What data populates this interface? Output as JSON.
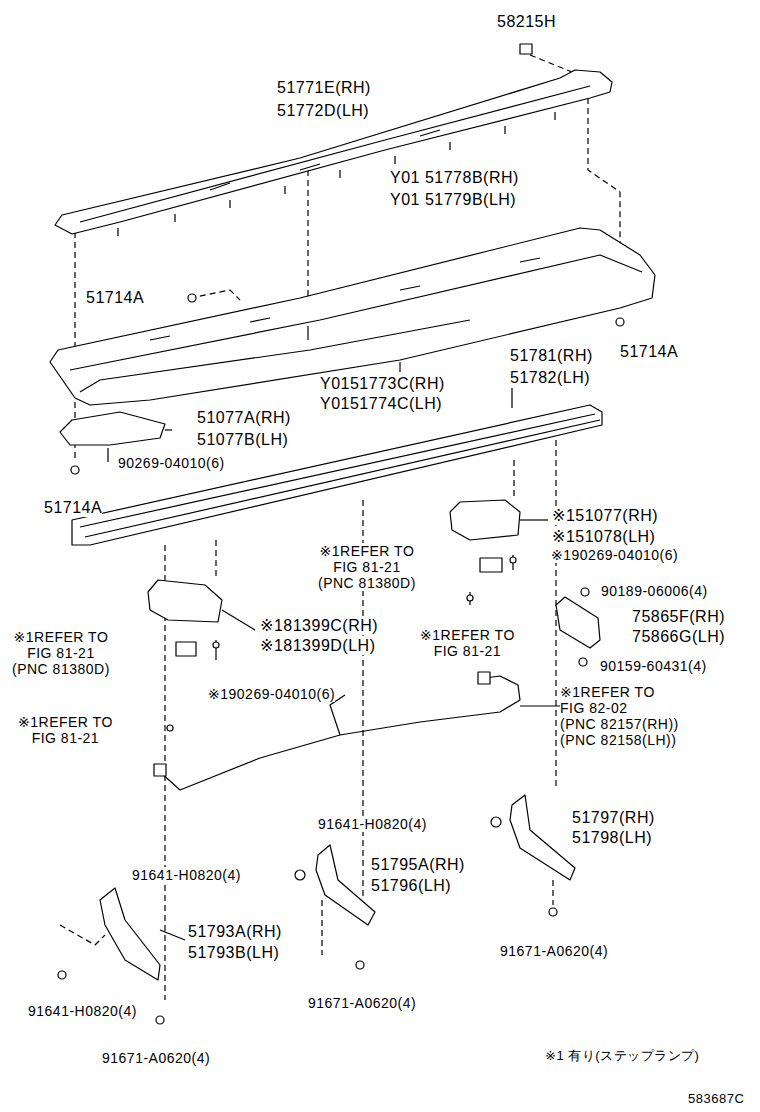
{
  "diagram": {
    "labels": [
      "58215H",
      "51771E(RH)",
      "51772D(LH)",
      "Y01 51778B(RH)",
      "Y01 51779B(LH)",
      "51714A",
      "51714A",
      "51781(RH)",
      "51782(LH)",
      "Y0151773C(RH)",
      "Y0151774C(LH)",
      "51077A(RH)",
      "51077B(LH)",
      "90269-04010(6)",
      "51714A",
      "※151077(RH)",
      "※151078(LH)",
      "※1REFER TO FIG 81-21 (PNC 81380D)",
      "※190269-04010(6)",
      "90189-06006(4)",
      "75865F(RH)",
      "75866G(LH)",
      "※181399C(RH)",
      "※181399D(LH)",
      "※1REFER TO FIG 81-21 (PNC 81380D)",
      "※1REFER TO FIG 81-21",
      "90159-60431(4)",
      "※190269-04010(6)",
      "※1REFER TO FIG 82-02 (PNC 82157(RH)) (PNC 82158(LH))",
      "※1REFER TO FIG 81-21",
      "91641-H0820(4)",
      "51797(RH)",
      "51798(LH)",
      "91641-H0820(4)",
      "51795A(RH)",
      "51796(LH)",
      "51793A(RH)",
      "51793B(LH)",
      "91671-A0620(4)",
      "91641-H0820(4)",
      "91671-A0620(4)",
      "91671-A0620(4)",
      "※1 有り(ステップランプ)",
      "583687C"
    ]
  }
}
